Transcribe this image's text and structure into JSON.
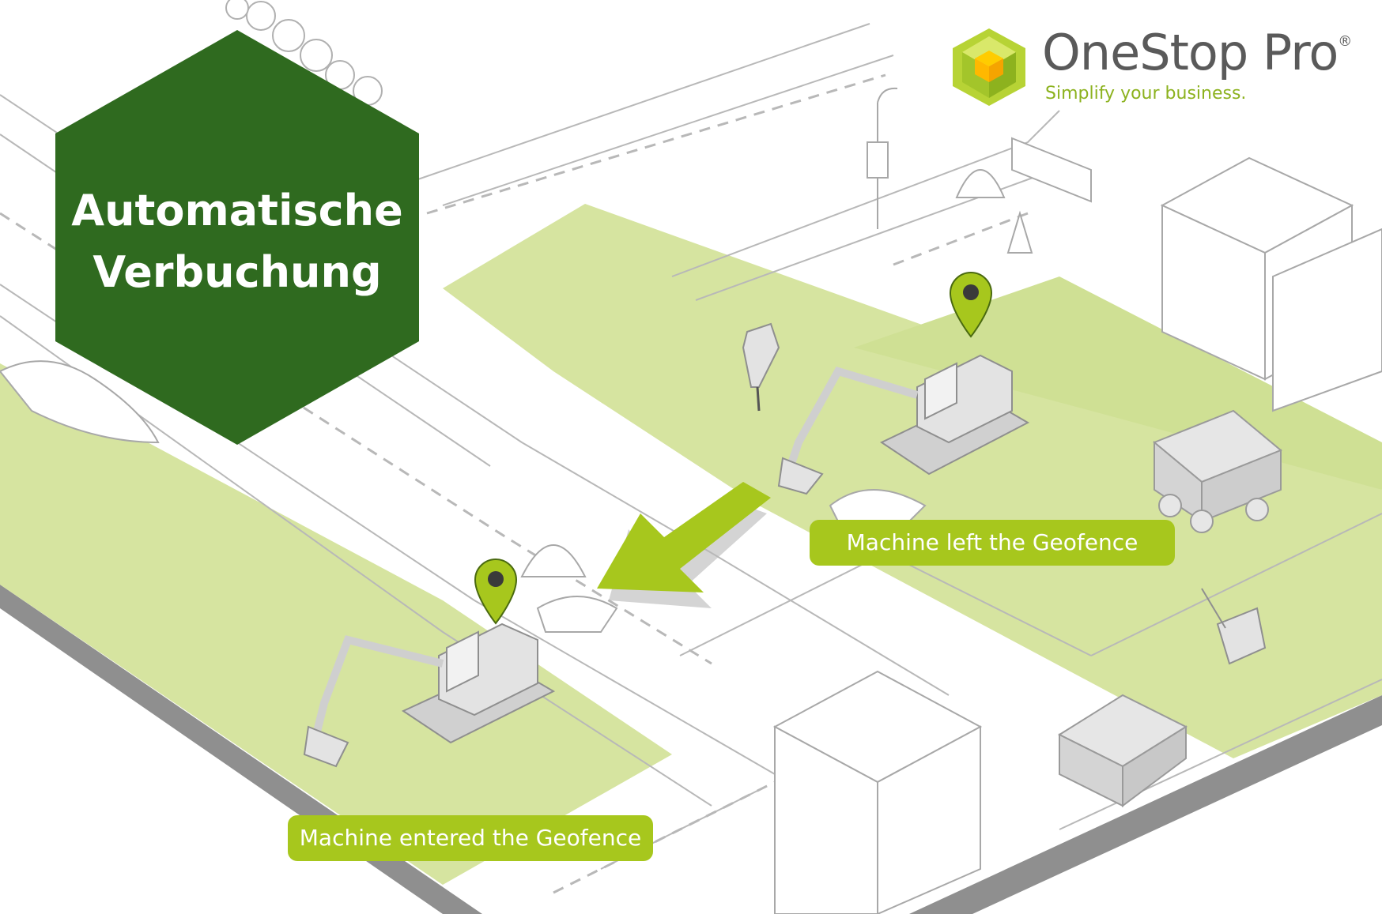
{
  "title": {
    "line1": "Automatische",
    "line2": "Verbuchung"
  },
  "brand": {
    "name": "OneStop Pro",
    "registered": "®",
    "slogan": "Simplify your business."
  },
  "labels": {
    "left": "Machine left the Geofence",
    "entered": "Machine entered the Geofence"
  },
  "colors": {
    "hex": "#2f6a1f",
    "zone": "#d6e4a0",
    "accent": "#a7c71d",
    "line": "#b8b8b8",
    "slab": "#8a8a8a"
  },
  "icons": [
    "location-pin-icon",
    "arrow-icon",
    "excavator-icon",
    "dump-truck-icon",
    "building-icon",
    "container-icon",
    "logo-cube-icon"
  ]
}
